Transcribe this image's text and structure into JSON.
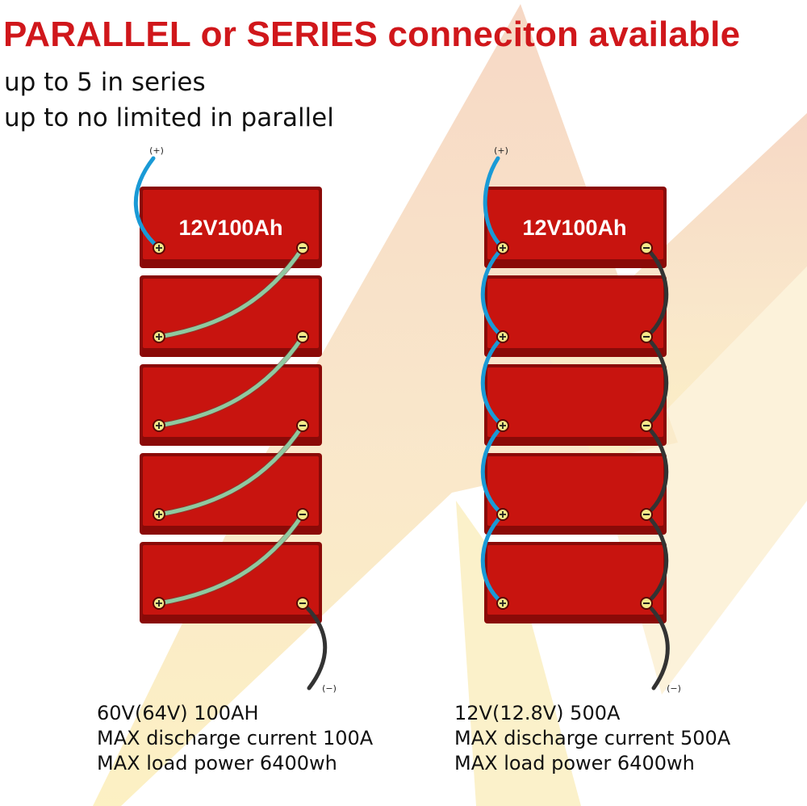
{
  "header": {
    "title": "PARALLEL or SERIES conneciton available",
    "line1": "up to 5 in series",
    "line2": "up to no limited in parallel"
  },
  "colors": {
    "title_red": "#d0171b",
    "battery_red": "#c8140f",
    "battery_border": "#8a0a08",
    "series_link_wire": "#8fc9a0",
    "positive_wire": "#1a9ad6",
    "negative_wire": "#333333",
    "terminal_fill": "#f3ea8a",
    "bg_peach": "#f7dcc6",
    "bg_yellow": "#fbefc4"
  },
  "diagrams": {
    "series": {
      "battery_label": "12V100Ah",
      "battery_count": 5,
      "positive_lead_label": "(+)",
      "negative_lead_label": "(−)",
      "specs": [
        "60V(64V) 100AH",
        "MAX discharge current 100A",
        "MAX load power 6400wh"
      ]
    },
    "parallel": {
      "battery_label": "12V100Ah",
      "battery_count": 5,
      "positive_lead_label": "(+)",
      "negative_lead_label": "(−)",
      "specs": [
        "12V(12.8V) 500A",
        "MAX discharge current 500A",
        "MAX load power 6400wh"
      ]
    }
  }
}
